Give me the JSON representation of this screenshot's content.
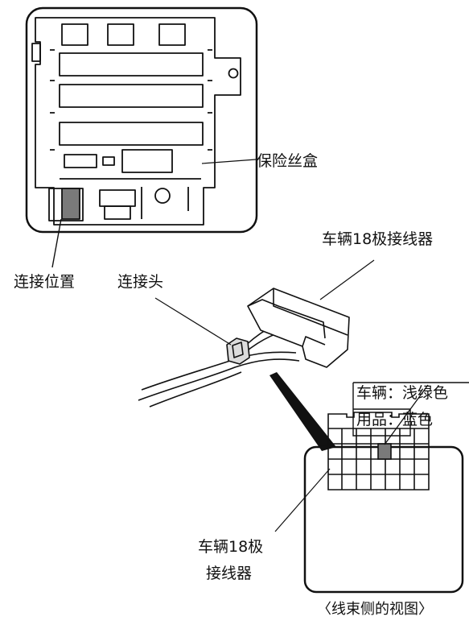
{
  "labels": {
    "fuse_box": "保险丝盒",
    "connect_position": "连接位置",
    "connector": "连接头",
    "vehicle_18pin": "车辆18极接线器",
    "vehicle_color": "车辆：浅绿色",
    "accessory_color": "用品：蓝色",
    "vehicle_18pin_line1": "车辆18极",
    "vehicle_18pin_line2": "接线器",
    "harness_view": "〈线束侧的视图〉"
  },
  "colors": {
    "outline": "#111111",
    "marked_cell": "#7a7a7a"
  }
}
